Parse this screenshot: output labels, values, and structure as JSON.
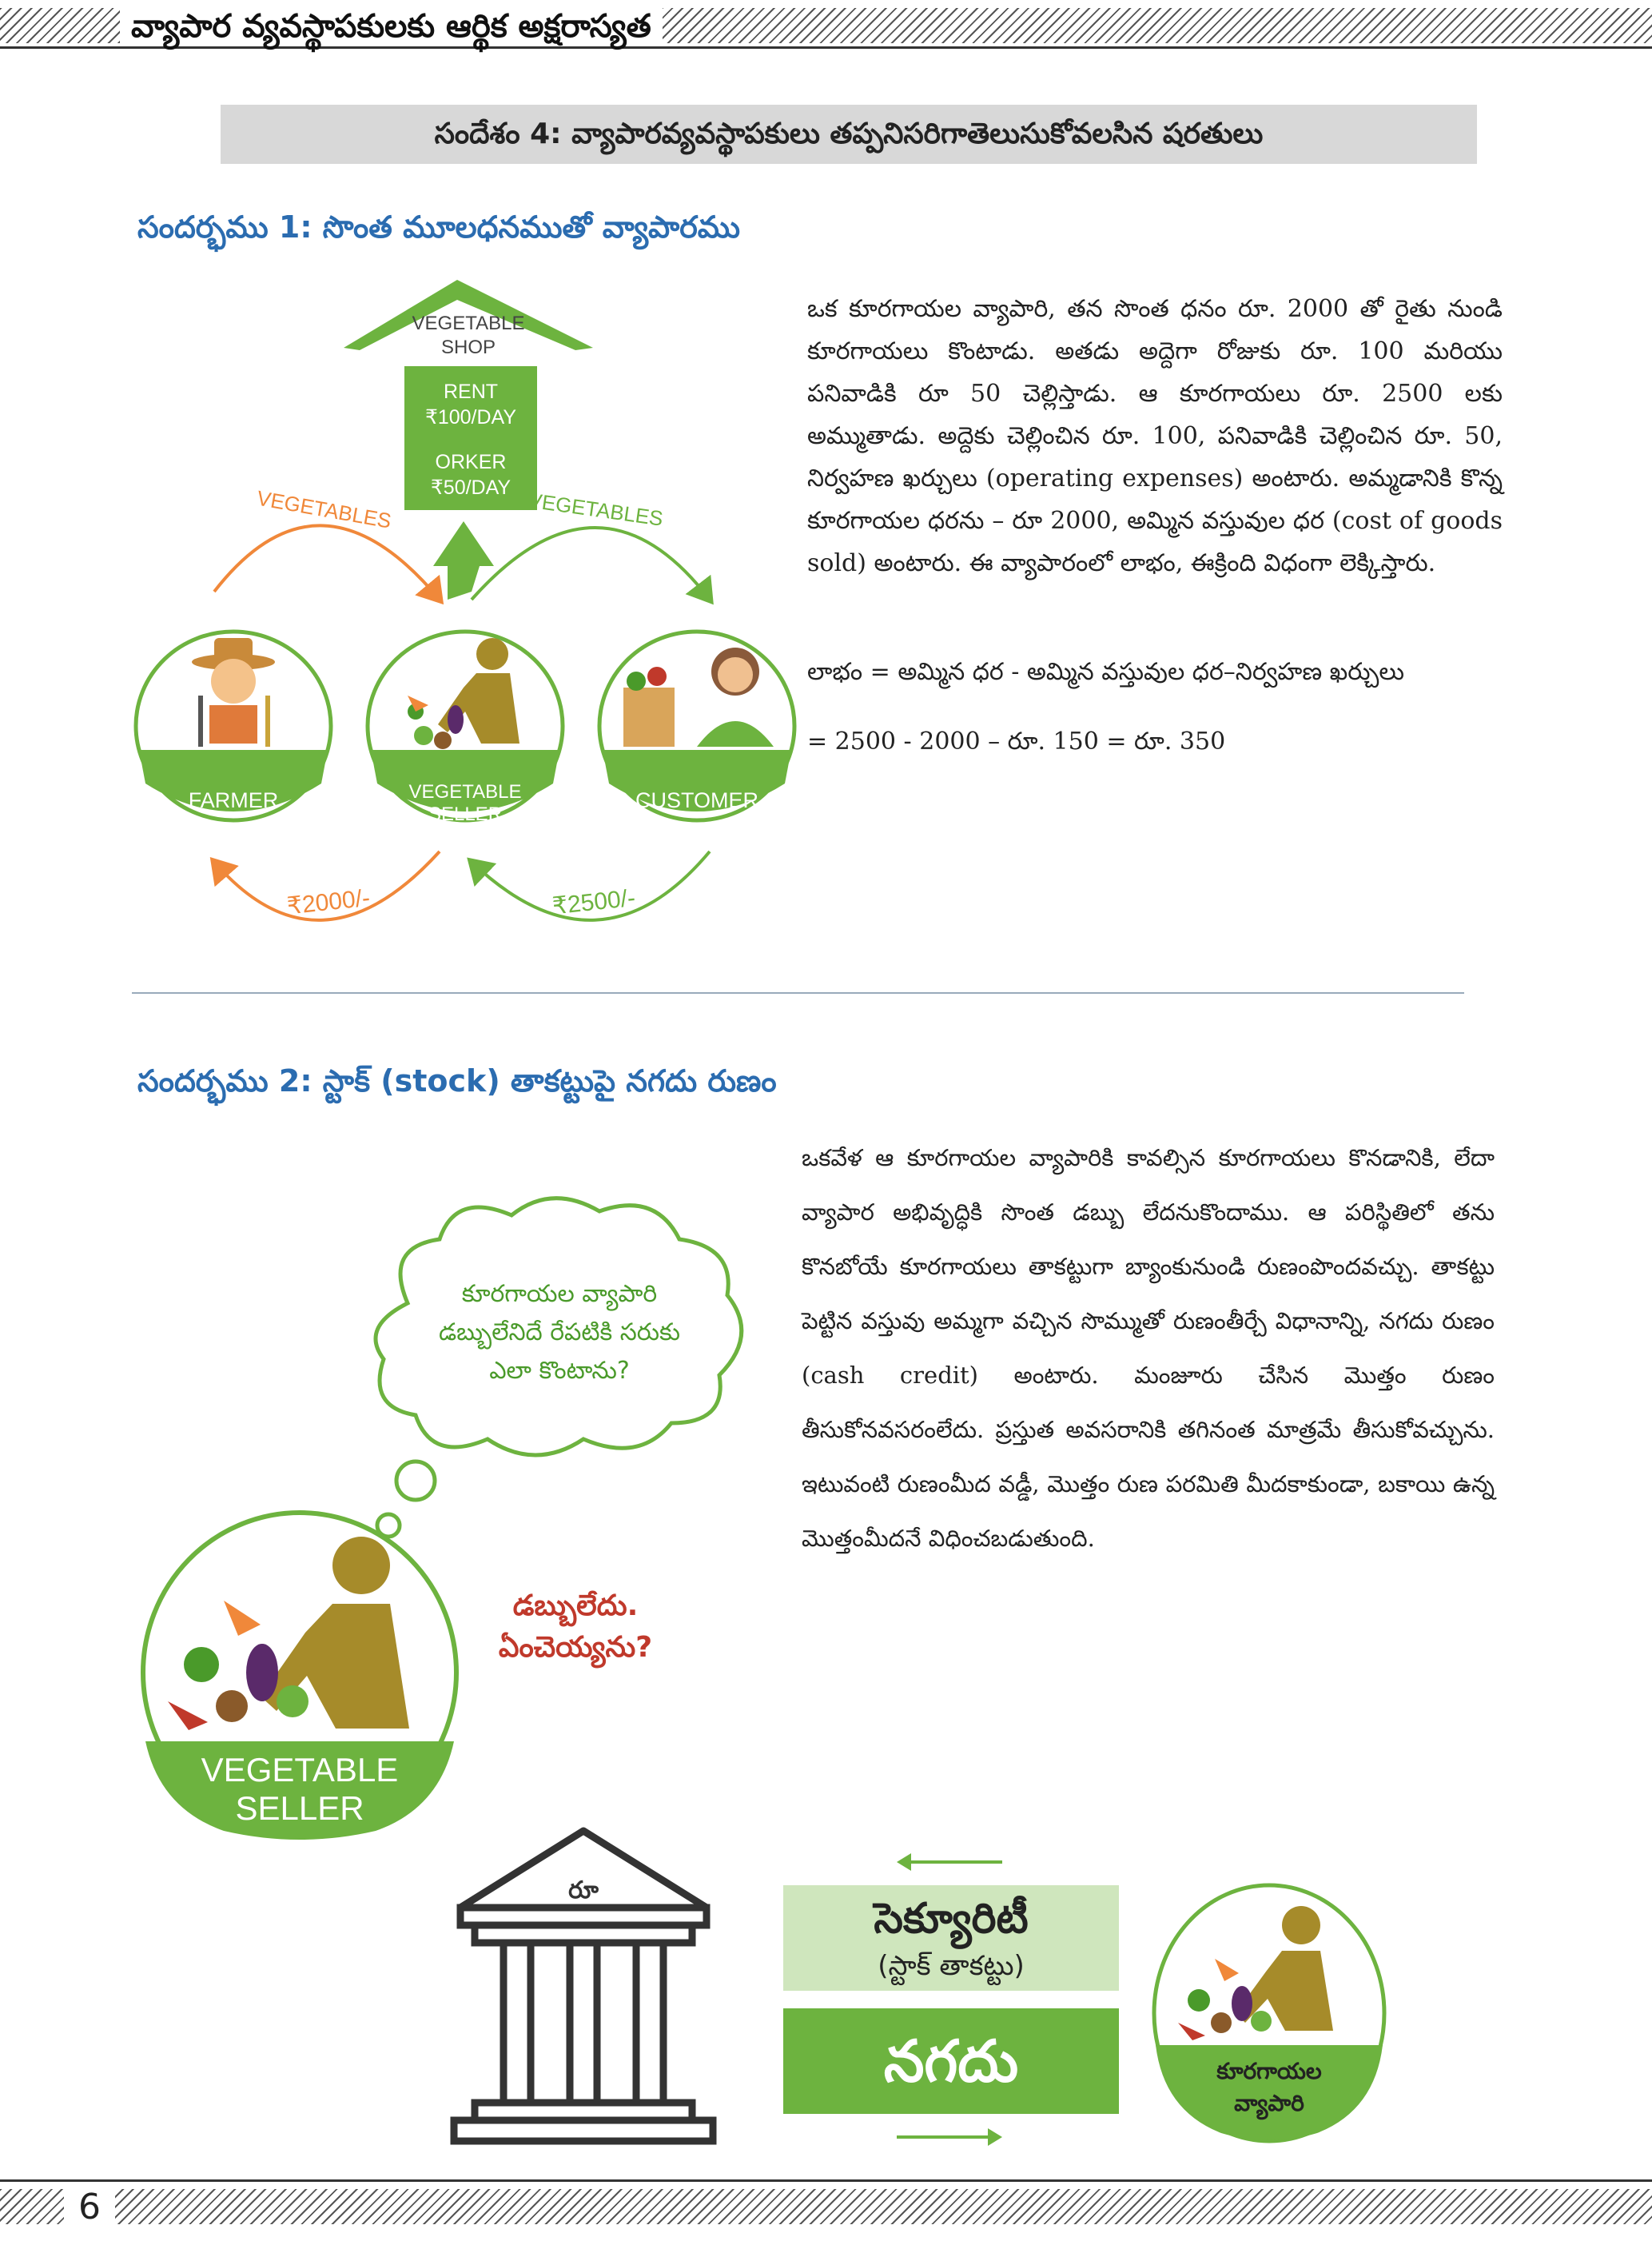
{
  "header": {
    "title": "వ్యాపార వ్యవస్థాపకులకు ఆర్థిక అక్షరాస్యత"
  },
  "banner": {
    "text": "సందేశం 4: వ్యాపారవ్యవస్థాపకులు తప్పనిసరిగాతెలుసుకోవలసిన షరతులు"
  },
  "section1": {
    "heading": "సందర్భము 1: సొంత మూలధనముతో వ్యాపారము",
    "paragraph": "ఒక కూరగాయల వ్యాపారి, తన సొంత ధనం రూ. 2000 తో రైతు నుండి కూరగాయలు కొంటాడు. అతడు అద్దెగా రోజుకు రూ. 100 మరియు పనివాడికి రూ 50 చెల్లిస్తాడు. ఆ కూరగాయలు రూ. 2500 లకు అమ్ముతాడు. అద్దెకు చెల్లించిన రూ. 100, పనివాడికి చెల్లించిన రూ. 50, నిర్వహణ ఖర్చులు (operating expenses) అంటారు. అమ్మడానికి కొన్న కూరగాయల ధరను – రూ 2000, అమ్మిన వస్తువుల ధర (cost of goods sold) అంటారు. ఈ వ్యాపారంలో లాభం, ఈక్రింది విధంగా లెక్కిస్తారు.",
    "formula1": "లాభం = అమ్మిన ధర - అమ్మిన వస్తువుల ధర–నిర్వహణ ఖర్చులు",
    "formula2": "= 2500 - 2000 –  రూ. 150  =  రూ. 350",
    "diagram": {
      "shop_line1": "VEGETABLE",
      "shop_line2": "SHOP",
      "rent_line1": "RENT",
      "rent_line2": "₹100/DAY",
      "worker_line1": "ORKER",
      "worker_line2": "₹50/DAY",
      "arrow_left_label": "VEGETABLES",
      "arrow_right_label": "VEGETABLES",
      "farmer_label": "FARMER",
      "seller_label_1": "VEGETABLE",
      "seller_label_2": "SELLER",
      "customer_label": "CUSTOMER",
      "pay_left": "₹2000/-",
      "pay_right": "₹2500/-",
      "colors": {
        "green": "#6db33f",
        "orange": "#f0883a"
      }
    }
  },
  "section2": {
    "heading": "సందర్భము  2:  స్టాక్ (stock) తాకట్టుపై నగదు రుణం",
    "paragraph": "ఒకవేళ ఆ కూరగాయల వ్యాపారికి కావల్సిన కూరగాయలు కొనడానికి, లేదా వ్యాపార అభివృద్ధికి సొంత డబ్బు లేదనుకొందాము. ఆ పరిస్థితిలో తను కొనబోయే కూరగాయలు తాకట్టుగా బ్యాంకునుండి రుణంపొందవచ్చు. తాకట్టు పెట్టిన వస్తువు అమ్మగా వచ్చిన సొమ్ముతో రుణంతీర్చే విధానాన్ని, నగదు రుణం (cash credit) అంటారు. మంజూరు చేసిన మొత్తం రుణం తీసుకోనవసరంలేదు. ప్రస్తుత అవసరానికి తగినంత మాత్రమే తీసుకోవచ్చును. ఇటువంటి రుణంమీద వడ్డీ, మొత్తం రుణ పరమితి మీదకాకుండా, బకాయి ఉన్న మొత్తంమీదనే విధించబడుతుంది.",
    "thought_line1": "కూరగాయల వ్యాపారి",
    "thought_line2": "డబ్బులేనిదే రేపటికి సరుకు",
    "thought_line3": "ఎలా కొంటాను?",
    "worry_line1": "డబ్బులేదు.",
    "worry_line2": "ఏంచెయ్యను?",
    "seller_label_1": "VEGETABLE",
    "seller_label_2": "SELLER",
    "bank_symbol": "రూ",
    "security_title": "సెక్యూరిటీ",
    "security_sub": "(స్టాక్ తాకట్టు)",
    "cash_label": "నగదు",
    "small_seller_1": "కూరగాయల",
    "small_seller_2": "వ్యాపారి"
  },
  "footer": {
    "page_number": "6"
  }
}
